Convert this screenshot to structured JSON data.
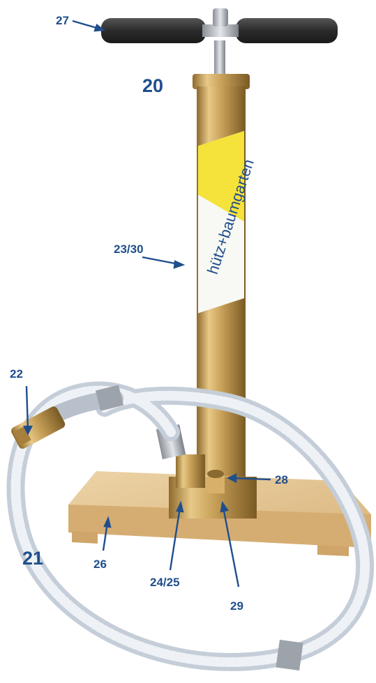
{
  "callouts": {
    "c27": "27",
    "c20": "20",
    "c2330": "23/30",
    "c22": "22",
    "c28": "28",
    "c26": "26",
    "c21": "21",
    "c2425": "24/25",
    "c29": "29"
  },
  "label_brand": "hütz+baumgarten",
  "colors": {
    "callout": "#1f4e8c",
    "brass": "#c9a25a",
    "wood": "#e2c08e",
    "hose": "#dde4ec",
    "grip": "#3a3a3a"
  }
}
